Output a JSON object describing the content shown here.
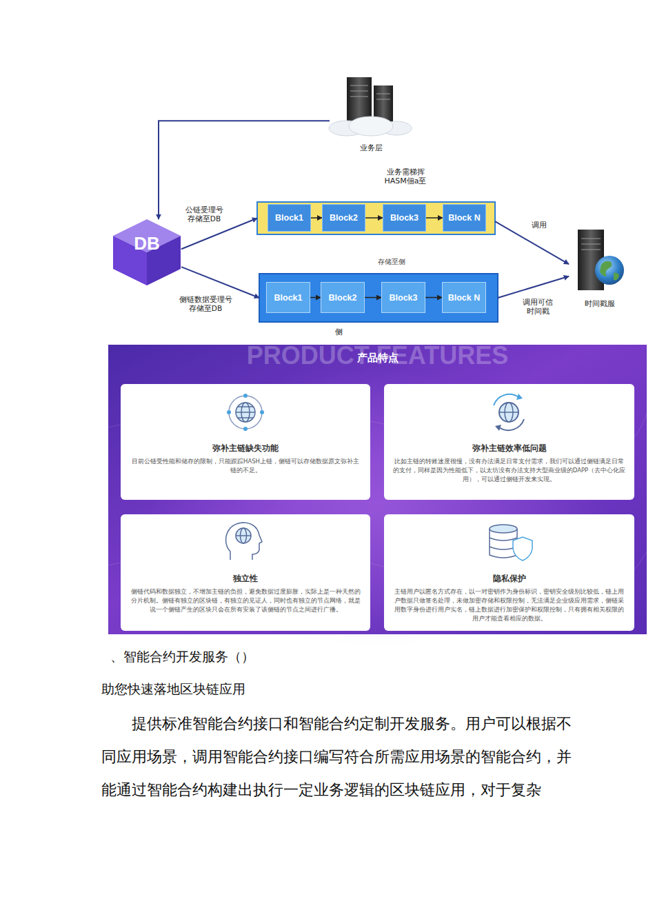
{
  "diagram": {
    "nodes": [
      {
        "text": [
          "业务层"
        ]
      },
      {
        "text": [
          "DB"
        ]
      },
      {
        "text": [
          "业务需梯挥 HASM佃a至"
        ]
      },
      {
        "text": [
          "Block1"
        ],
        "in": 2
      },
      {
        "text": [
          "Block2"
        ],
        "in": 2
      },
      {
        "text": [
          "Block3"
        ],
        "in": 2
      },
      {
        "text": [
          "Block N"
        ],
        "in": 2
      },
      {
        "text": [
          "存储至侧",
          "侧"
        ]
      },
      {
        "text": [
          "Block1"
        ],
        "in": 7
      },
      {
        "text": [
          "Block2"
        ],
        "in": 7
      },
      {
        "text": [
          "Block3"
        ],
        "in": 7
      },
      {
        "text": [
          "Block N"
        ],
        "in": 7
      },
      {
        "text": [
          "时间戳服"
        ]
      },
      {
        "text": [
          "PRODUCT FEATURES",
          "产品特点"
        ]
      },
      {
        "text": [
          "弥补主链缺失功能",
          "目前公链受性能和储存的限制，只能跟踪HASH上链，侧链可以存储数据原文弥补主链的不足。"
        ],
        "in": 13
      },
      {
        "text": [
          "弥补主链效率低问题",
          "比如主链的转账速度很慢，没有办法满足日常支付需求，我们可以通过侧链满足日常的支付，同样是因为性能低下，以太坊没有办法支持大型商业级的DAPP（去中心化应用），可以通过侧链开发来实现。"
        ],
        "in": 13
      },
      {
        "text": [
          "独立性",
          "侧链代码和数据独立，不增加主链的负担，避免数据过度膨胀，实际上是一种天然的分片机制。侧链有独立的区块链，有独立的见证人，同时也有独立的节点网络，就是说一个侧链产生的区块只会在所有安装了该侧链的节点之间进行广播。"
        ],
        "in": 13
      },
      {
        "text": [
          "隐私保护",
          "主链用户以匿名方式存在，以一对密钥作为身份标识，密钥安全级别比较低，链上用户数据只做签名处理，未做加密存储和权限控制，无法满足企业级应用需求，侧链采用数字身份进行用户实名，链上数据进行加密保护和权限控制，只有拥有相关权限的用户才能查看相应的数据。"
        ],
        "in": 13
      }
    ],
    "edges": [
      {
        "from": 0,
        "to": 1,
        "arrow": "to"
      },
      {
        "from": 1,
        "to": 2,
        "label": "公链受理号 存储至DB",
        "arrow": "to"
      },
      {
        "from": 1,
        "to": 7,
        "label": "侧链数据受理号 存储至DB",
        "arrow": "to"
      },
      {
        "from": 3,
        "to": 4,
        "arrow": "to"
      },
      {
        "from": 4,
        "to": 5,
        "arrow": "to"
      },
      {
        "from": 5,
        "to": 6,
        "arrow": "to"
      },
      {
        "from": 8,
        "to": 9,
        "arrow": "to"
      },
      {
        "from": 9,
        "to": 10,
        "arrow": "to"
      },
      {
        "from": 10,
        "to": 11,
        "arrow": "to"
      },
      {
        "from": 2,
        "to": 12,
        "label": "调用",
        "arrow": "to"
      },
      {
        "from": 7,
        "to": 12,
        "label": "调用可信 时间戳",
        "arrow": "to"
      }
    ],
    "labels": [
      "、智能合约开发服务（）",
      "助您快速落地区块链应用",
      "提供标准智能合约接口和智能合约定制开发服务。用户可以根据不同应用场景，调用智能合约接口编写符合所需应用场景的智能合约，并能通过智能合约构建出执行一定业务逻辑的区块链应用，对于复杂"
    ]
  }
}
